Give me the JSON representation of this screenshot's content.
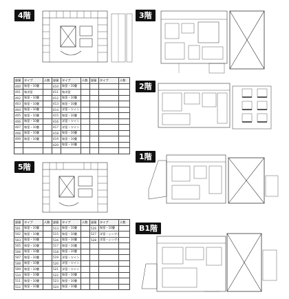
{
  "floors": {
    "f4": "4階",
    "f3": "3階",
    "f2": "2階",
    "f1": "1階",
    "f5": "5階",
    "b1": "B1階"
  },
  "table_4f": {
    "headers": [
      "部屋",
      "タイプ",
      "人数",
      "部屋",
      "タイプ",
      "人数",
      "部屋",
      "タイプ",
      "人数"
    ],
    "rows": [
      [
        "400",
        "和室・10畳",
        "",
        "410",
        "和室・10畳",
        "",
        "",
        "",
        ""
      ],
      [
        "401",
        "和洋室",
        "",
        "411",
        "和洋室",
        "",
        "",
        "",
        ""
      ],
      [
        "402",
        "和室・10畳",
        "",
        "412",
        "和室・10畳",
        "",
        "",
        "",
        ""
      ],
      [
        "403",
        "和室・10畳",
        "",
        "413",
        "和室・10畳",
        "",
        "",
        "",
        ""
      ],
      [
        "404",
        "和室・10畳",
        "",
        "414",
        "洋室・ツイン",
        "",
        "",
        "",
        ""
      ],
      [
        "405",
        "和室・10畳",
        "",
        "415",
        "和室・10畳",
        "",
        "",
        "",
        ""
      ],
      [
        "406",
        "和室・10畳",
        "",
        "416",
        "洋室・ツイン",
        "",
        "",
        "",
        ""
      ],
      [
        "407",
        "和室・10畳",
        "",
        "417",
        "洋室・ツイン",
        "",
        "",
        "",
        ""
      ],
      [
        "408",
        "和室・10畳",
        "",
        "418",
        "和室・10畳",
        "",
        "",
        "",
        ""
      ],
      [
        "409",
        "和室・10畳",
        "",
        "419",
        "和室・10畳",
        "",
        "",
        "",
        ""
      ],
      [
        "",
        "",
        "",
        "420",
        "和室・10畳",
        "",
        "",
        "",
        ""
      ],
      [
        "",
        "",
        "",
        "",
        "",
        "",
        "",
        "",
        ""
      ]
    ]
  },
  "table_5f": {
    "headers": [
      "部屋",
      "タイプ",
      "人数",
      "部屋",
      "タイプ",
      "人数",
      "部屋",
      "タイプ",
      "人数"
    ],
    "rows": [
      [
        "501",
        "和室・10畳",
        "",
        "513",
        "和室・10畳",
        "",
        "526",
        "和室・10畳",
        "",
        ""
      ],
      [
        "502",
        "和室・10畳",
        "",
        "515",
        "和室・10畳",
        "",
        "527",
        "洋室・シングル",
        ""
      ],
      [
        "503",
        "和室・10畳",
        "",
        "516",
        "和室・10畳",
        "",
        "528",
        "洋室・シングル",
        ""
      ],
      [
        "505",
        "和室・10畳",
        "",
        "517",
        "和室・10畳",
        "",
        "",
        "",
        ""
      ],
      [
        "506",
        "和室・10畳",
        "",
        "518",
        "和室・10畳",
        "",
        "",
        "",
        ""
      ],
      [
        "507",
        "和室・10畳",
        "",
        "519",
        "洋室・ツイン",
        "",
        "",
        "",
        ""
      ],
      [
        "508",
        "和室・10畳",
        "",
        "520",
        "洋室・ツイン",
        "",
        "",
        "",
        ""
      ],
      [
        "509",
        "和室・10畳",
        "",
        "521",
        "洋室・ツイン",
        "",
        "",
        "",
        ""
      ],
      [
        "510",
        "和室・10畳",
        "",
        "522",
        "和室・10畳",
        "",
        "",
        "",
        ""
      ],
      [
        "511",
        "和室・10畳",
        "",
        "523",
        "和室・10畳",
        "",
        "",
        "",
        ""
      ],
      [
        "512",
        "和室・10畳",
        "",
        "524",
        "和室・10畳",
        "",
        "",
        "",
        ""
      ]
    ]
  }
}
